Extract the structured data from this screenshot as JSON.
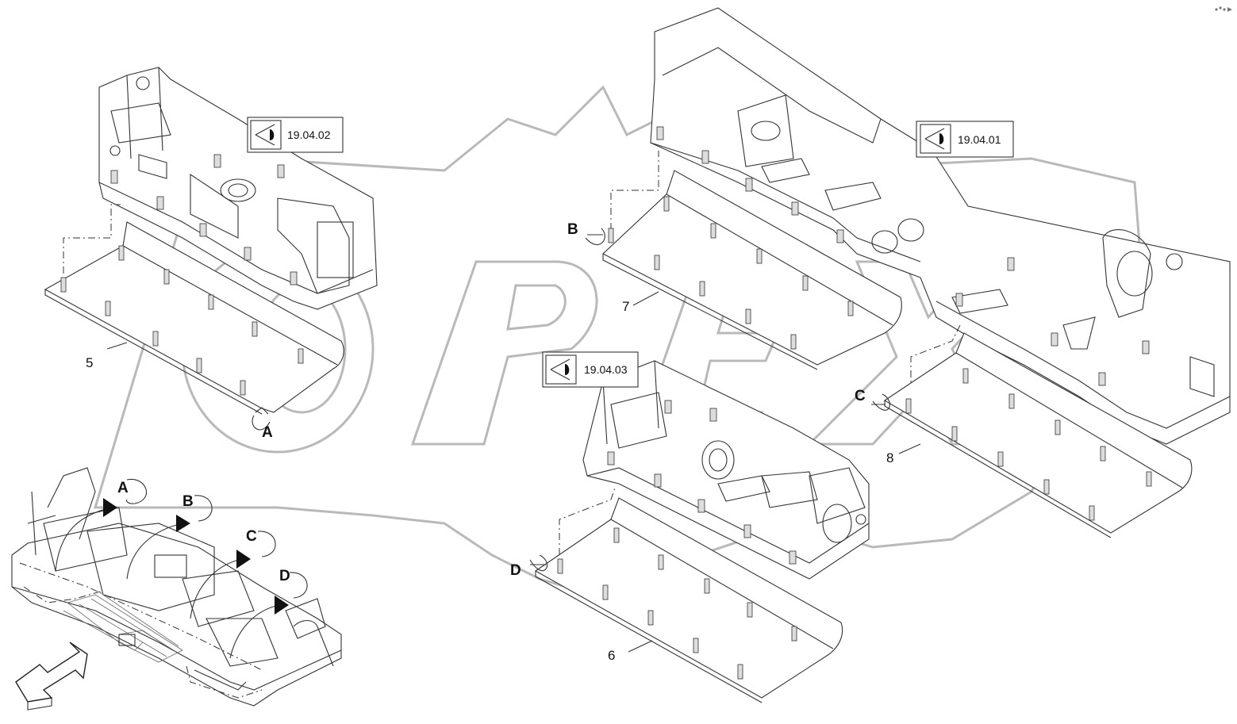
{
  "diagram": {
    "view_references": [
      {
        "id": "ref-1",
        "label": "19.04.02"
      },
      {
        "id": "ref-2",
        "label": "19.04.01"
      },
      {
        "id": "ref-3",
        "label": "19.04.03"
      }
    ],
    "part_numbers": [
      "5",
      "7",
      "6",
      "8"
    ],
    "detail_letters": {
      "a": "A",
      "b": "B",
      "c": "C",
      "d": "D"
    },
    "overview_letters": [
      "A",
      "B",
      "C",
      "D"
    ],
    "icons": {
      "view": "eye-icon",
      "watermark": "opex-watermark-logo",
      "direction": "direction-arrow-icon"
    },
    "colors": {
      "line": "#333333",
      "watermark": "#b9b9b9",
      "background": "#ffffff"
    }
  }
}
